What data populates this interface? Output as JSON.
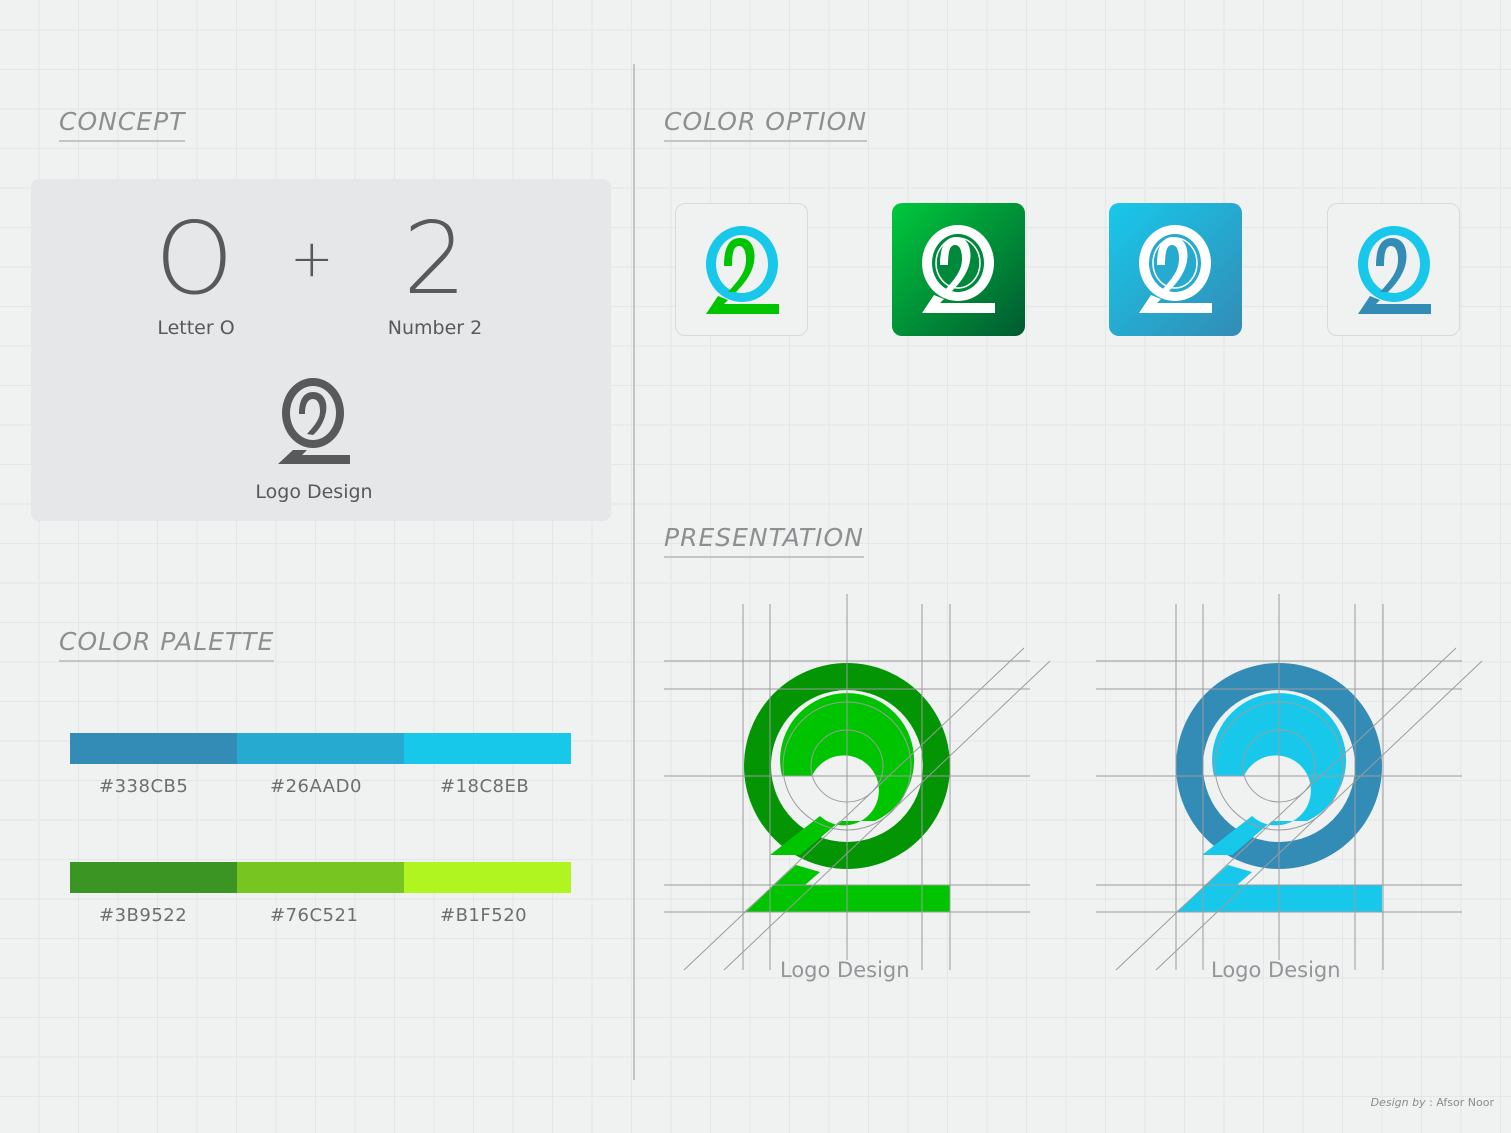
{
  "sections": {
    "concept": "CONCEPT",
    "color_palette": "COLOR PALETTE",
    "color_option": "COLOR OPTION",
    "presentation": "PRESENTATION"
  },
  "concept": {
    "letter_glyph": "O",
    "letter_caption": "Letter O",
    "plus_glyph": "+",
    "number_glyph": "2",
    "number_caption": "Number 2",
    "result_caption": "Logo Design",
    "mark_color": "#58595b"
  },
  "palette": {
    "blue": [
      {
        "hex": "#338CB5",
        "color": "#338CB5"
      },
      {
        "hex": "#26AAD0",
        "color": "#26AAD0"
      },
      {
        "hex": "#18C8EB",
        "color": "#18C8EB"
      }
    ],
    "green": [
      {
        "hex": "#3B9522",
        "color": "#3B9522"
      },
      {
        "hex": "#76C521",
        "color": "#76C521"
      },
      {
        "hex": "#B1F520",
        "color": "#B1F520"
      }
    ]
  },
  "color_options": [
    {
      "name": "light-green-blue",
      "background": "#f0f1f1",
      "outer": "#18C8EB",
      "inner": "#00c400"
    },
    {
      "name": "green-gradient",
      "background_from": "#00c93c",
      "background_to": "#005a32",
      "outer": "#ffffff",
      "inner": "#ffffff"
    },
    {
      "name": "blue-gradient",
      "background_from": "#18C8EB",
      "background_to": "#338CB5",
      "outer": "#ffffff",
      "inner": "#ffffff"
    },
    {
      "name": "light-blue",
      "background": "#f0f1f1",
      "outer": "#18C8EB",
      "inner": "#338CB5"
    }
  ],
  "presentation": [
    {
      "caption": "Logo Design",
      "outer": "#049504",
      "inner": "#00c400"
    },
    {
      "caption": "Logo Design",
      "outer": "#338CB5",
      "inner": "#18C8EB"
    }
  ],
  "footer": {
    "credit_label": "Design by",
    "credit_sep": " : ",
    "credit_name": "Afsor Noor"
  }
}
